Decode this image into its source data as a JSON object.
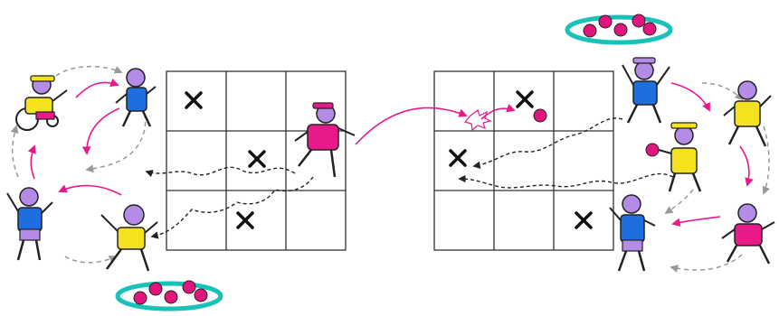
{
  "diagram": {
    "grids": [
      {
        "id": "left-grid",
        "rows": 3,
        "cols": 3,
        "x_marks": [
          [
            0,
            0
          ],
          [
            1,
            1
          ],
          [
            2,
            1
          ]
        ]
      },
      {
        "id": "right-grid",
        "rows": 3,
        "cols": 3,
        "x_marks": [
          [
            0,
            1
          ],
          [
            1,
            0
          ],
          [
            2,
            2
          ]
        ]
      }
    ],
    "ball_hoops": 2,
    "balls_per_hoop": 5,
    "left_team": [
      "player-in-wheelchair",
      "player-blue-jumping",
      "player-blue-standing",
      "player-yellow-leaping",
      "player-pink-throwing"
    ],
    "right_team": [
      "player-purple-arms-up",
      "player-yellow-standing",
      "player-yellow-catching",
      "player-blue-receiving",
      "player-pink-crouching"
    ],
    "colors": {
      "ball": "#e0157d",
      "hoop": "#19c2b9",
      "blue": "#1e6ee0",
      "yellow": "#f4e21f",
      "pink": "#e8198b",
      "purple": "#b58be8",
      "arrow_pass": "#e8198b",
      "arrow_run": "#222222",
      "arrow_rotate": "#999999"
    },
    "icons": [
      "x-mark-icon",
      "ball-icon",
      "hoop-icon",
      "player-figure-icon",
      "pass-arrow-icon",
      "run-arrow-icon",
      "rotate-arrow-icon"
    ]
  }
}
